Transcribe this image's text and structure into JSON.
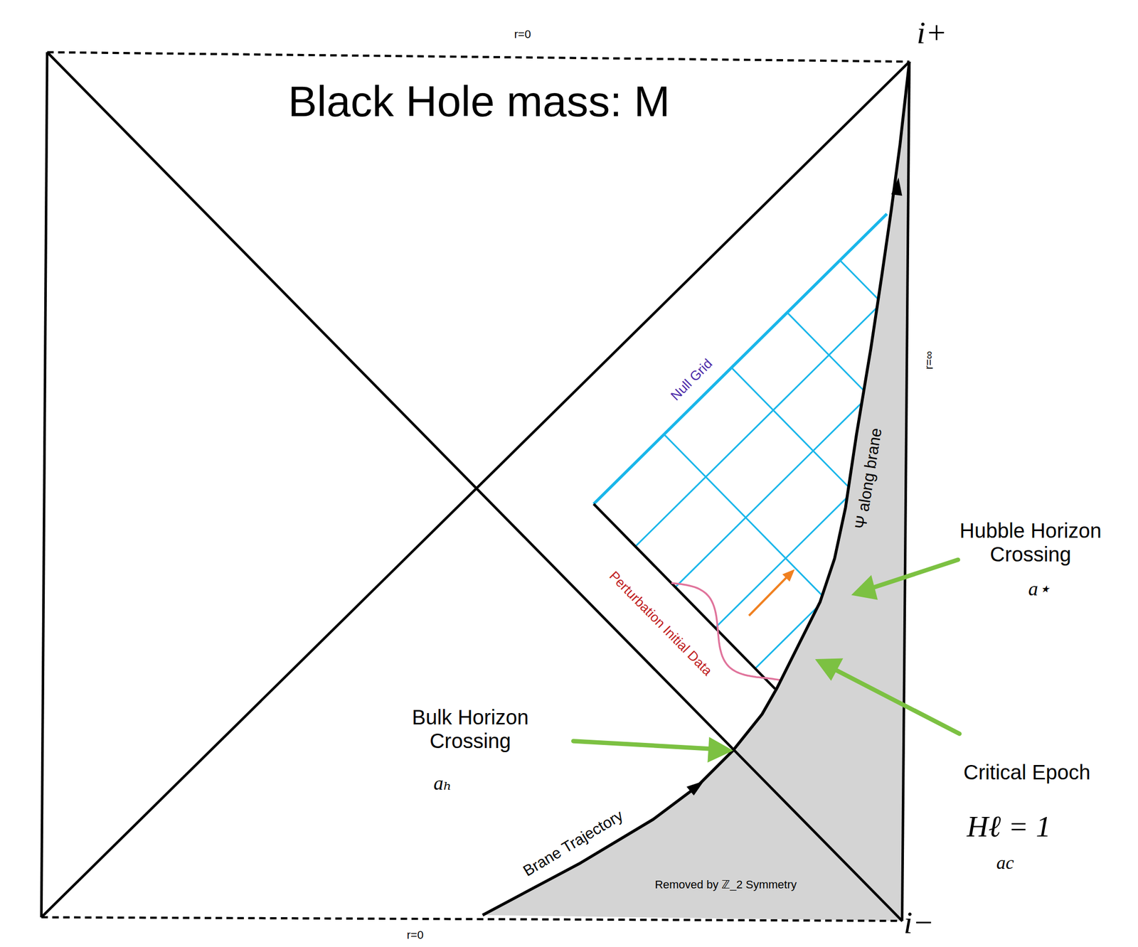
{
  "diagram": {
    "title": "Black Hole mass: M",
    "labels": [
      "r=0",
      "i+",
      "r=∞",
      "Null Grid",
      "Ψ along brane",
      "Hubble Horizon Crossing",
      "a⋆",
      "Perturbation Initial Data",
      "Bulk Horizon Crossing",
      "aₕ",
      "Critical Epoch",
      "Hℓ = 1",
      "ac",
      "Brane Trajectory",
      "Removed by ℤ_2 Symmetry",
      "r=0",
      "i−"
    ]
  }
}
